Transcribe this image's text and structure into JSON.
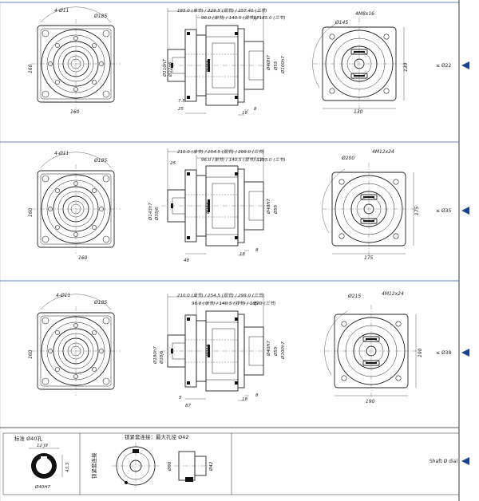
{
  "rows": [
    {
      "id": "d22",
      "front": {
        "holes": "4-Ø11",
        "pcd": "Ø185",
        "side": "160",
        "bottom": "160"
      },
      "side": {
        "top1": "185.0 (单节) / 229.5 (双节) / 257.40 (三节)",
        "top2": "96.0 (单节) / 140.5 (双节) / 185.0 (三节)",
        "top2b": "17",
        "left1": "Ø110h7",
        "left2": "Ø22g6",
        "center": "Ø166",
        "right1": "Ø40H7",
        "right2": "Ø55",
        "right3": "Ø100h7",
        "b1": "7.5",
        "b2": "25",
        "b3": "18",
        "b4": "8"
      },
      "motor": {
        "pcd": "Ø145",
        "thread": "4M8x16",
        "side": "130",
        "bottom": "130"
      },
      "shaft_label": "Ø22"
    },
    {
      "id": "d35",
      "front": {
        "holes": "4-Ø11",
        "pcd": "Ø185",
        "side": "160",
        "bottom": "160"
      },
      "side": {
        "top1": "210.0 (单节) / 254.5 (双节) / 299.0 (三节)",
        "top2": "96.0 (单节) / 140.5 (双节) / 185.0 (三节)",
        "top2b": "17",
        "left0": "25",
        "left1": "Ø143h7",
        "left2": "Ø35j6",
        "center": "Ø166",
        "right1": "Ø40H7",
        "right2": "Ø55",
        "right3": "",
        "b1": "48",
        "b3": "18",
        "b4": "8"
      },
      "motor": {
        "pcd": "Ø200",
        "thread": "4M12x24",
        "side": "175",
        "bottom": "175"
      },
      "shaft_label": "Ø35"
    },
    {
      "id": "d38",
      "front": {
        "holes": "4-Ø11",
        "pcd": "Ø185",
        "side": "160",
        "bottom": ""
      },
      "side": {
        "top1": "210.0 (单节) / 254.5 (双节) / 299.0 (三节)",
        "top2": "96.0 (单节) / 140.5 (双节) / 185.0 (三节)",
        "top2b": "17",
        "left1": "Ø180h7",
        "left2": "Ø38j6",
        "center": "Ø166",
        "right1": "Ø40H7",
        "right2": "Ø55",
        "right3": "Ø100h7",
        "b1": "87",
        "b2": "5",
        "b3": "18",
        "b4": "8"
      },
      "motor": {
        "pcd": "Ø215",
        "thread": "4M12x24",
        "side": "190",
        "bottom": "190"
      },
      "shaft_label": "Ø38"
    }
  ],
  "bottom": {
    "std_title": "标准 Ø40孔",
    "std_keyway": "12 J9",
    "std_height": "43.3",
    "std_bore": "Ø40H7",
    "clamp_title": "锁紧套连接：最大孔径 Ø42",
    "clamp_note": "锁紧套连接",
    "clamp_dim1": "Ø80",
    "clamp_dim2": "Ø42",
    "shaft_label": "Shaft Ø dial"
  },
  "colors": {
    "marker": "#1f3f8f",
    "rule": "#3a5aa0"
  }
}
